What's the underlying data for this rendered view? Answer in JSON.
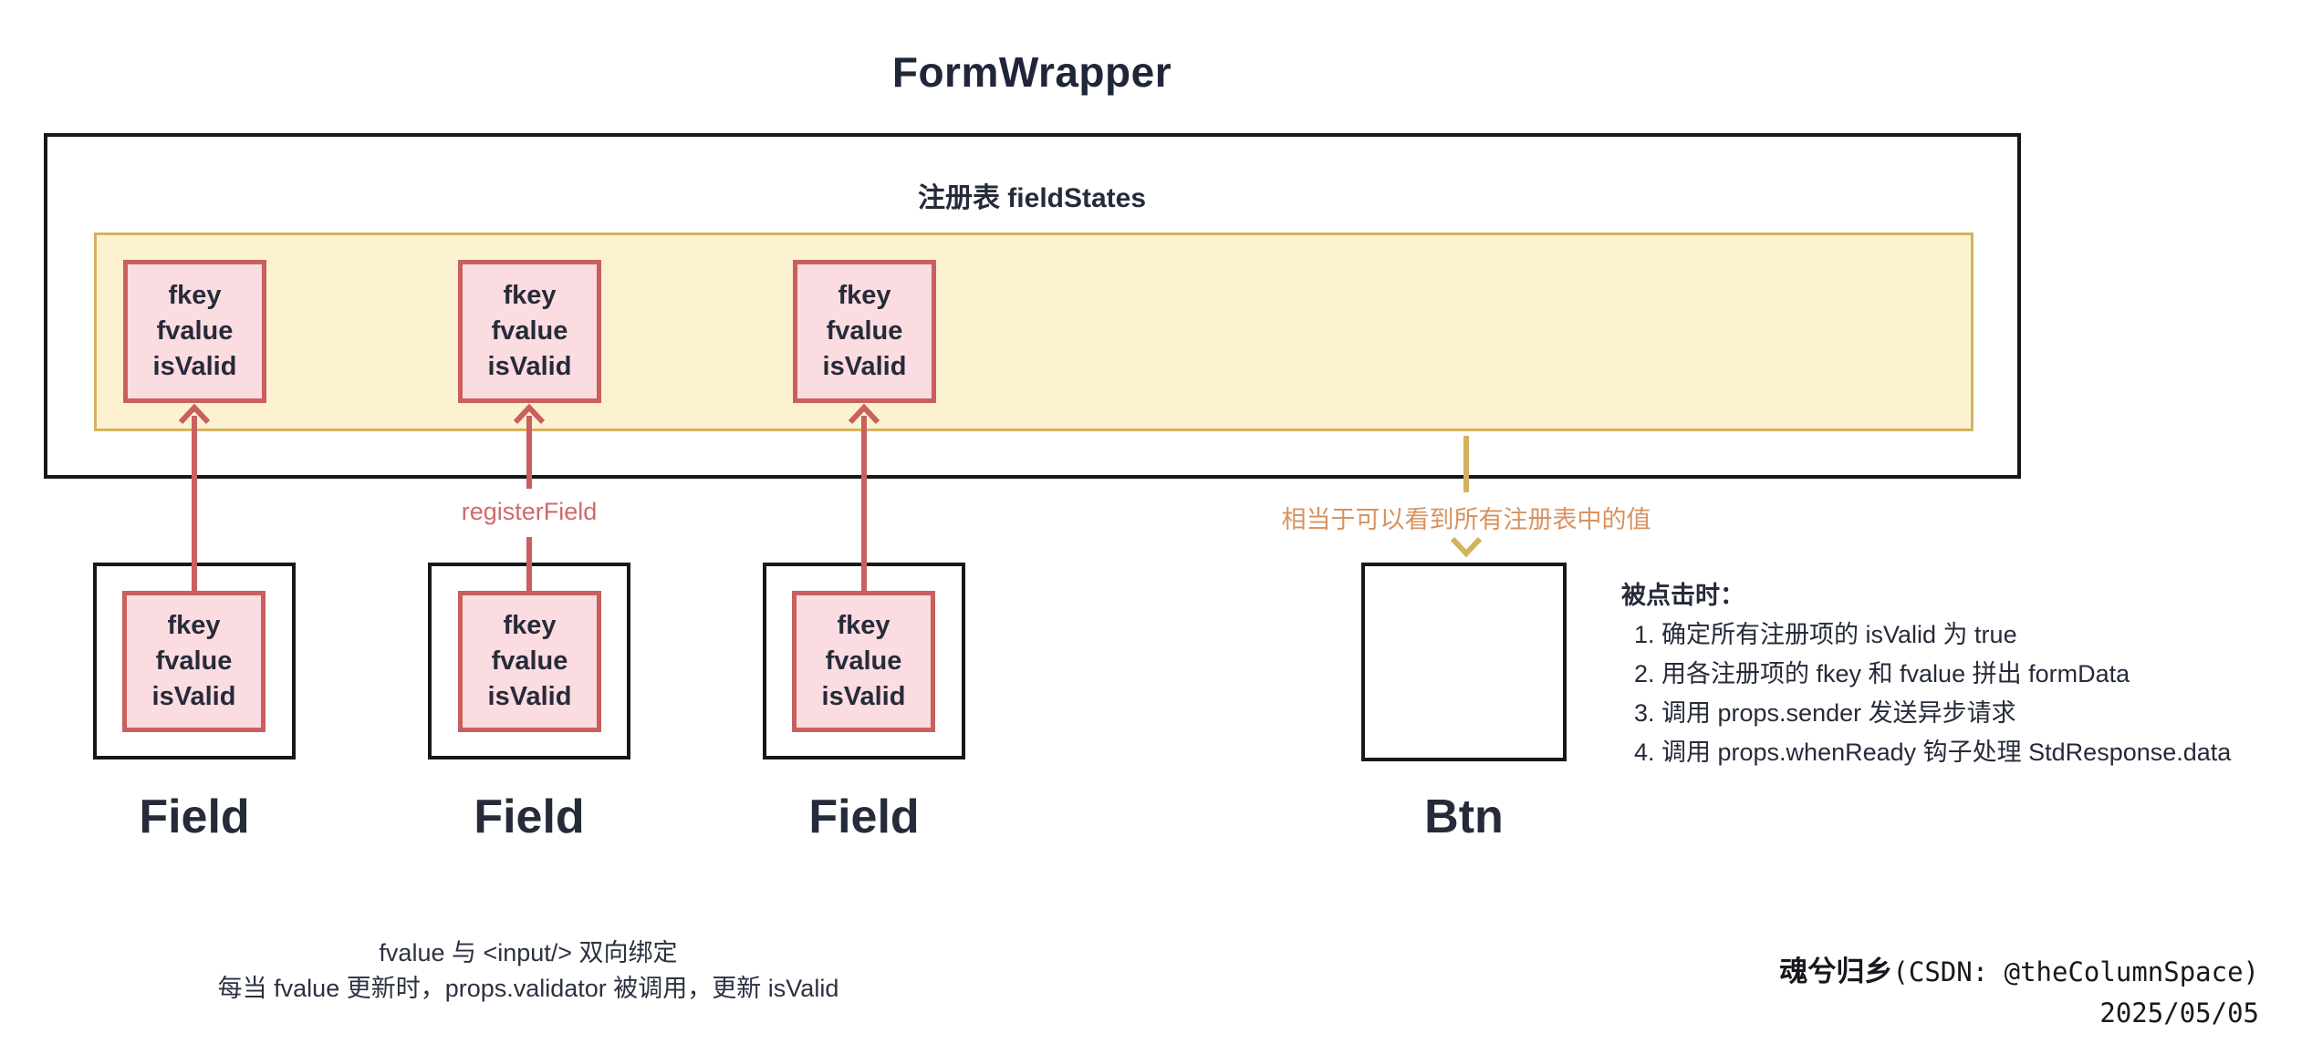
{
  "title": "FormWrapper",
  "registry": {
    "label": "注册表 fieldStates",
    "state_lines": [
      "fkey",
      "fvalue",
      "isValid"
    ]
  },
  "register_field_label": "registerField",
  "fields": [
    {
      "label": "Field"
    },
    {
      "label": "Field"
    },
    {
      "label": "Field"
    }
  ],
  "btn": {
    "label": "Btn",
    "note": "相当于可以看到所有注册表中的值",
    "click_title": "被点击时：",
    "click_steps": [
      "1. 确定所有注册项的 isValid 为 true",
      "2. 用各注册项的 fkey 和 fvalue 拼出 formData",
      "3. 调用 props.sender 发送异步请求",
      "4. 调用 props.whenReady 钩子处理 StdResponse.data"
    ]
  },
  "footer": {
    "line1": "fvalue 与 <input/> 双向绑定",
    "line2": "每当 fvalue 更新时，props.validator 被调用，更新 isValid"
  },
  "watermark": {
    "author": "魂兮归乡",
    "handle": "(CSDN: @theColumnSpace)",
    "date": "2025/05/05"
  },
  "colors": {
    "ink": "#262b3a",
    "box_border": "#16181d",
    "red_accent": "#c95f5f",
    "pink_fill": "#fbdce0",
    "gold_accent": "#d3b35e",
    "cream_fill": "#fcf2d1",
    "orange_text": "#d9925f",
    "register_label_red": "#d06a6a"
  }
}
